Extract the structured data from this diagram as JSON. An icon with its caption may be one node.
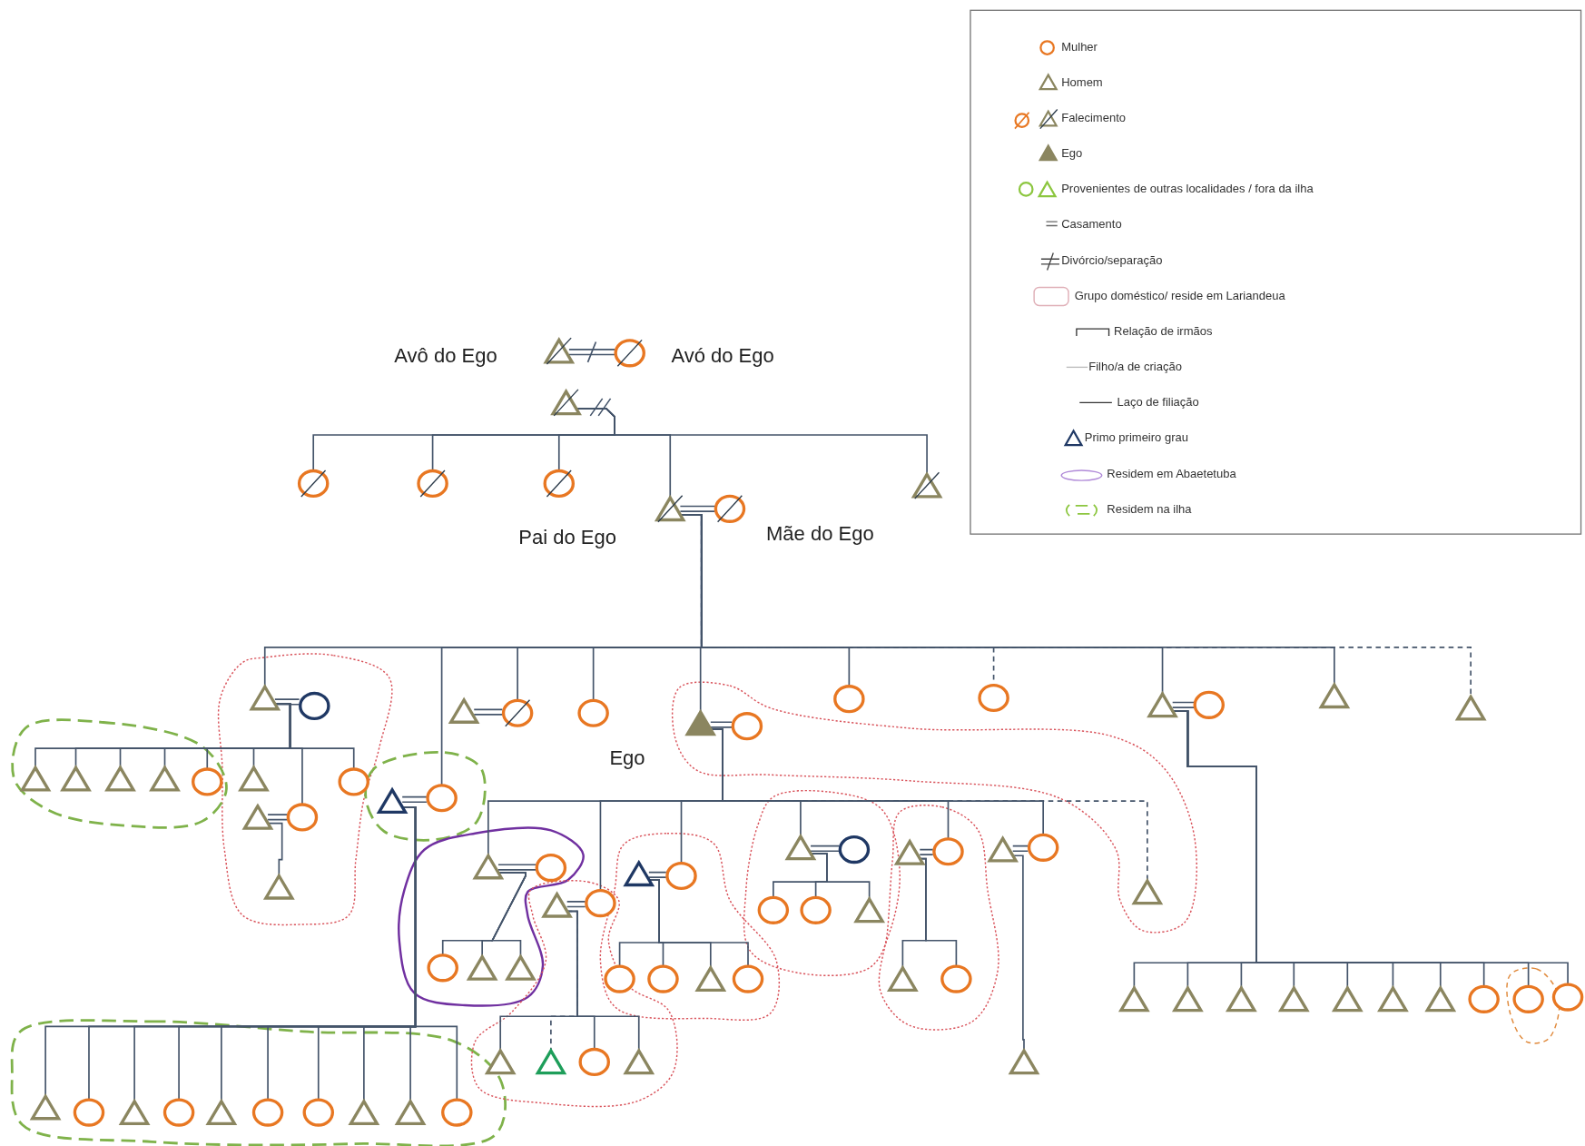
{
  "diagram": {
    "nodes": [
      {
        "text": [],
        "shape": "triangle"
      },
      {
        "text": [],
        "shape": "circle"
      },
      {
        "text": [],
        "shape": "triangle"
      },
      {
        "text": [],
        "shape": "circle"
      },
      {
        "text": [],
        "shape": "circle"
      },
      {
        "text": [],
        "shape": "circle"
      },
      {
        "text": [],
        "shape": "triangle"
      },
      {
        "text": [],
        "shape": "circle"
      },
      {
        "text": [],
        "shape": "triangle"
      },
      {
        "text": [],
        "shape": "triangle"
      },
      {
        "text": [],
        "shape": "circle"
      },
      {
        "text": [],
        "shape": "triangle"
      },
      {
        "text": [],
        "shape": "circle"
      },
      {
        "text": [],
        "shape": "circle"
      },
      {
        "text": [],
        "shape": "triangle"
      },
      {
        "text": [],
        "shape": "circle"
      },
      {
        "text": [],
        "shape": "circle"
      },
      {
        "text": [],
        "shape": "circle"
      },
      {
        "text": [],
        "shape": "triangle"
      },
      {
        "text": [],
        "shape": "circle"
      },
      {
        "text": [],
        "shape": "triangle"
      },
      {
        "text": [],
        "shape": "triangle"
      },
      {
        "text": [],
        "shape": "triangle"
      },
      {
        "text": [],
        "shape": "triangle"
      },
      {
        "text": [],
        "shape": "triangle"
      },
      {
        "text": [],
        "shape": "triangle"
      },
      {
        "text": [],
        "shape": "circle"
      },
      {
        "text": [],
        "shape": "triangle"
      },
      {
        "text": [],
        "shape": "circle"
      },
      {
        "text": [],
        "shape": "triangle"
      },
      {
        "text": [],
        "shape": "circle"
      },
      {
        "text": [],
        "shape": "triangle"
      },
      {
        "text": [],
        "shape": "circle"
      },
      {
        "text": [],
        "shape": "triangle"
      },
      {
        "text": [],
        "shape": "circle"
      },
      {
        "text": [],
        "shape": "triangle"
      },
      {
        "text": [],
        "shape": "circle"
      },
      {
        "text": [],
        "shape": "triangle"
      },
      {
        "text": [],
        "shape": "circle"
      },
      {
        "text": [],
        "shape": "triangle"
      },
      {
        "text": [],
        "shape": "circle"
      },
      {
        "text": [],
        "shape": "triangle"
      },
      {
        "text": [],
        "shape": "circle"
      },
      {
        "text": [],
        "shape": "triangle"
      },
      {
        "text": [],
        "shape": "triangle"
      },
      {
        "text": [],
        "shape": "triangle"
      },
      {
        "text": [],
        "shape": "circle"
      },
      {
        "text": [],
        "shape": "circle"
      },
      {
        "text": [],
        "shape": "circle"
      },
      {
        "text": [],
        "shape": "triangle"
      },
      {
        "text": [],
        "shape": "circle"
      },
      {
        "text": [],
        "shape": "triangle"
      },
      {
        "text": [],
        "shape": "triangle"
      },
      {
        "text": [],
        "shape": "circle"
      },
      {
        "text": [],
        "shape": "circle"
      },
      {
        "text": [],
        "shape": "triangle"
      },
      {
        "text": [],
        "shape": "circle"
      },
      {
        "text": [],
        "shape": "triangle"
      },
      {
        "text": [],
        "shape": "circle"
      },
      {
        "text": [],
        "shape": "triangle"
      },
      {
        "text": [],
        "shape": "triangle"
      },
      {
        "text": [],
        "shape": "triangle"
      },
      {
        "text": [],
        "shape": "triangle"
      },
      {
        "text": [],
        "shape": "triangle"
      },
      {
        "text": [],
        "shape": "triangle"
      },
      {
        "text": [],
        "shape": "triangle"
      },
      {
        "text": [],
        "shape": "circle"
      },
      {
        "text": [],
        "shape": "circle"
      },
      {
        "text": [],
        "shape": "circle"
      },
      {
        "text": [],
        "shape": "triangle"
      },
      {
        "text": [],
        "shape": "triangle"
      },
      {
        "text": [],
        "shape": "circle"
      },
      {
        "text": [],
        "shape": "triangle"
      },
      {
        "text": [],
        "shape": "triangle"
      },
      {
        "text": [],
        "shape": "triangle"
      },
      {
        "text": [],
        "shape": "circle"
      },
      {
        "text": [],
        "shape": "triangle"
      },
      {
        "text": [],
        "shape": "circle"
      },
      {
        "text": [],
        "shape": "triangle"
      },
      {
        "text": [],
        "shape": "circle"
      },
      {
        "text": [],
        "shape": "circle"
      },
      {
        "text": [],
        "shape": "triangle"
      },
      {
        "text": [],
        "shape": "triangle"
      },
      {
        "text": [],
        "shape": "circle"
      }
    ],
    "edges": [
      {
        "from": 0,
        "to": 1,
        "arrow": "none"
      },
      {
        "from": 2,
        "to": 3,
        "arrow": "none"
      },
      {
        "from": 2,
        "to": 4,
        "arrow": "none"
      },
      {
        "from": 2,
        "to": 5,
        "arrow": "none"
      },
      {
        "from": 2,
        "to": 6,
        "arrow": "none"
      },
      {
        "from": 2,
        "to": 8,
        "arrow": "none"
      },
      {
        "from": 6,
        "to": 7,
        "arrow": "none"
      },
      {
        "from": 6,
        "to": 9,
        "arrow": "none"
      },
      {
        "from": 6,
        "to": 30,
        "arrow": "none"
      },
      {
        "from": 6,
        "to": 12,
        "arrow": "none"
      },
      {
        "from": 6,
        "to": 13,
        "arrow": "none"
      },
      {
        "from": 6,
        "to": 14,
        "arrow": "none"
      },
      {
        "from": 6,
        "to": 16,
        "arrow": "none"
      },
      {
        "from": 6,
        "to": 17,
        "arrow": "none",
        "style": "dashed"
      },
      {
        "from": 6,
        "to": 18,
        "arrow": "none"
      },
      {
        "from": 6,
        "to": 20,
        "arrow": "none"
      },
      {
        "from": 6,
        "to": 21,
        "arrow": "none",
        "style": "dashed"
      },
      {
        "from": 9,
        "to": 10,
        "arrow": "none"
      },
      {
        "from": 11,
        "to": 12,
        "arrow": "none"
      },
      {
        "from": 14,
        "to": 15,
        "arrow": "none"
      },
      {
        "from": 18,
        "to": 19,
        "arrow": "none"
      },
      {
        "from": 9,
        "to": 22,
        "arrow": "none"
      },
      {
        "from": 9,
        "to": 23,
        "arrow": "none"
      },
      {
        "from": 9,
        "to": 24,
        "arrow": "none"
      },
      {
        "from": 9,
        "to": 25,
        "arrow": "none"
      },
      {
        "from": 9,
        "to": 26,
        "arrow": "none"
      },
      {
        "from": 9,
        "to": 27,
        "arrow": "none"
      },
      {
        "from": 9,
        "to": 32,
        "arrow": "none"
      },
      {
        "from": 9,
        "to": 28,
        "arrow": "none"
      },
      {
        "from": 29,
        "to": 30,
        "arrow": "none"
      },
      {
        "from": 31,
        "to": 32,
        "arrow": "none"
      },
      {
        "from": 31,
        "to": 43,
        "arrow": "none"
      },
      {
        "from": 29,
        "to": 74,
        "arrow": "none"
      },
      {
        "from": 29,
        "to": 75,
        "arrow": "none"
      },
      {
        "from": 29,
        "to": 76,
        "arrow": "none"
      },
      {
        "from": 29,
        "to": 77,
        "arrow": "none"
      },
      {
        "from": 29,
        "to": 78,
        "arrow": "none"
      },
      {
        "from": 29,
        "to": 79,
        "arrow": "none"
      },
      {
        "from": 29,
        "to": 80,
        "arrow": "none"
      },
      {
        "from": 29,
        "to": 81,
        "arrow": "none"
      },
      {
        "from": 29,
        "to": 82,
        "arrow": "none"
      },
      {
        "from": 29,
        "to": 83,
        "arrow": "none"
      },
      {
        "from": 14,
        "to": 39,
        "arrow": "none"
      },
      {
        "from": 14,
        "to": 46,
        "arrow": "none"
      },
      {
        "from": 14,
        "to": 42,
        "arrow": "none"
      },
      {
        "from": 14,
        "to": 33,
        "arrow": "none"
      },
      {
        "from": 14,
        "to": 36,
        "arrow": "none"
      },
      {
        "from": 14,
        "to": 38,
        "arrow": "none"
      },
      {
        "from": 14,
        "to": 44,
        "arrow": "none",
        "style": "dashed"
      },
      {
        "from": 39,
        "to": 40,
        "arrow": "none"
      },
      {
        "from": 45,
        "to": 46,
        "arrow": "none"
      },
      {
        "from": 41,
        "to": 42,
        "arrow": "none"
      },
      {
        "from": 33,
        "to": 34,
        "arrow": "none"
      },
      {
        "from": 35,
        "to": 36,
        "arrow": "none"
      },
      {
        "from": 37,
        "to": 38,
        "arrow": "none"
      },
      {
        "from": 39,
        "to": 50,
        "arrow": "none"
      },
      {
        "from": 39,
        "to": 51,
        "arrow": "none"
      },
      {
        "from": 39,
        "to": 52,
        "arrow": "none"
      },
      {
        "from": 45,
        "to": 69,
        "arrow": "none"
      },
      {
        "from": 45,
        "to": 70,
        "arrow": "none",
        "style": "dashed"
      },
      {
        "from": 45,
        "to": 71,
        "arrow": "none"
      },
      {
        "from": 45,
        "to": 72,
        "arrow": "none"
      },
      {
        "from": 41,
        "to": 53,
        "arrow": "none"
      },
      {
        "from": 41,
        "to": 54,
        "arrow": "none"
      },
      {
        "from": 41,
        "to": 55,
        "arrow": "none"
      },
      {
        "from": 41,
        "to": 56,
        "arrow": "none"
      },
      {
        "from": 33,
        "to": 47,
        "arrow": "none"
      },
      {
        "from": 33,
        "to": 48,
        "arrow": "none"
      },
      {
        "from": 33,
        "to": 49,
        "arrow": "none"
      },
      {
        "from": 35,
        "to": 57,
        "arrow": "none"
      },
      {
        "from": 35,
        "to": 58,
        "arrow": "none"
      },
      {
        "from": 37,
        "to": 73,
        "arrow": "none"
      },
      {
        "from": 18,
        "to": 59,
        "arrow": "none"
      },
      {
        "from": 18,
        "to": 60,
        "arrow": "none"
      },
      {
        "from": 18,
        "to": 61,
        "arrow": "none"
      },
      {
        "from": 18,
        "to": 62,
        "arrow": "none"
      },
      {
        "from": 18,
        "to": 63,
        "arrow": "none"
      },
      {
        "from": 18,
        "to": 64,
        "arrow": "none"
      },
      {
        "from": 18,
        "to": 65,
        "arrow": "none"
      },
      {
        "from": 18,
        "to": 66,
        "arrow": "none"
      },
      {
        "from": 18,
        "to": 67,
        "arrow": "none"
      },
      {
        "from": 18,
        "to": 68,
        "arrow": "none"
      }
    ],
    "labels": [
      "Avô do Ego",
      "Avó do Ego",
      "Pai do Ego",
      "Mãe do Ego",
      "Ego"
    ],
    "legend": [
      {
        "text": "Mulher"
      },
      {
        "text": "Homem"
      },
      {
        "text": "Falecimento"
      },
      {
        "text": "Ego"
      },
      {
        "text": "Provenientes de outras localidades / fora da ilha"
      },
      {
        "text": "Casamento"
      },
      {
        "text": "Divórcio/separação"
      },
      {
        "text": "Grupo doméstico/ reside em Lariandeua"
      },
      {
        "text": "Relação de irmãos"
      },
      {
        "text": "Filho/a de criação"
      },
      {
        "text": "Laço de filiação"
      },
      {
        "text": "Primo primeiro grau"
      },
      {
        "text": "Residem em Abaetetuba"
      },
      {
        "text": "Residem na ilha"
      }
    ]
  }
}
